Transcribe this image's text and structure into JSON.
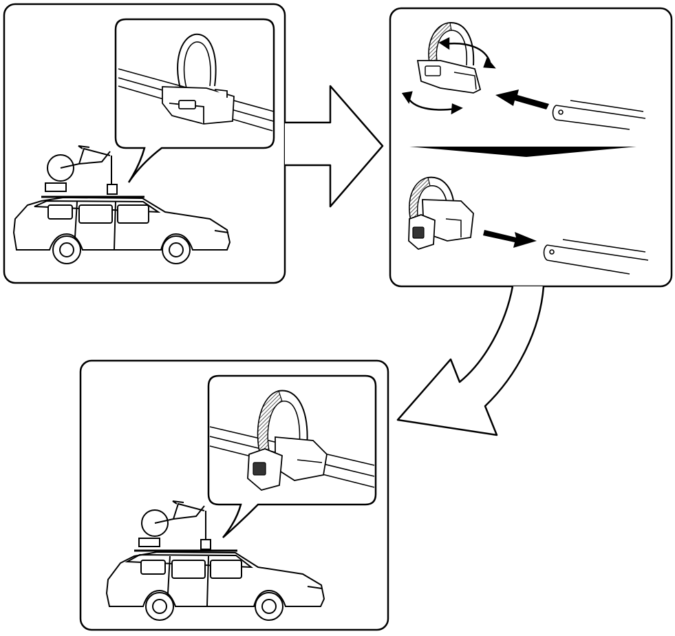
{
  "figure": {
    "kind": "instruction-illustration",
    "text_labels": [],
    "colors": {
      "line": "#000000",
      "background": "#ffffff",
      "strap": "#555555"
    },
    "panels": [
      {
        "name": "panel-before",
        "shows": [
          "car-icon",
          "bicycle-icon",
          "roof-bar",
          "strap-clamp-loose"
        ]
      },
      {
        "name": "panel-procedure",
        "shows": [
          "strap-clamp",
          "rotate-arrow-icon",
          "push-arrow-icon",
          "bar-end"
        ]
      },
      {
        "name": "panel-after",
        "shows": [
          "car-icon",
          "bicycle-icon",
          "roof-bar",
          "strap-clamp-fitted"
        ]
      }
    ],
    "flow_arrows": [
      "right-arrow-icon",
      "curved-arrow-icon"
    ]
  }
}
